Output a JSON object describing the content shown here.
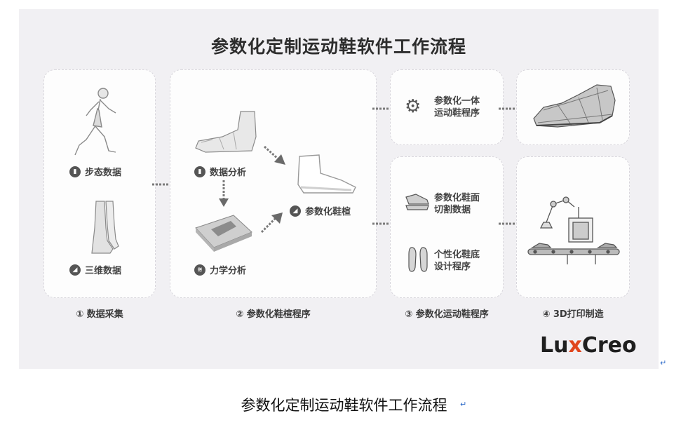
{
  "diagram": {
    "title": "参数化定制运动鞋软件工作流程",
    "steps": {
      "gait": "步态数据",
      "scan3d": "三维数据",
      "data_analysis": "数据分析",
      "mechanics": "力学分析",
      "last": "参数化鞋楦",
      "program_line1": "参数化一体",
      "program_line2": "运动鞋程序",
      "upper_line1": "参数化鞋面",
      "upper_line2": "切割数据",
      "sole_line1": "个性化鞋底",
      "sole_line2": "设计程序"
    },
    "captions": [
      "① 数据采集",
      "② 参数化鞋楦程序",
      "③ 参数化运动鞋程序",
      "④ 3D打印制造"
    ],
    "brand": {
      "lux": "Lu",
      "x": "x",
      "creo": "Creo"
    },
    "accent_color": "#e0461e"
  },
  "figure_caption": "参数化定制运动鞋软件工作流程"
}
